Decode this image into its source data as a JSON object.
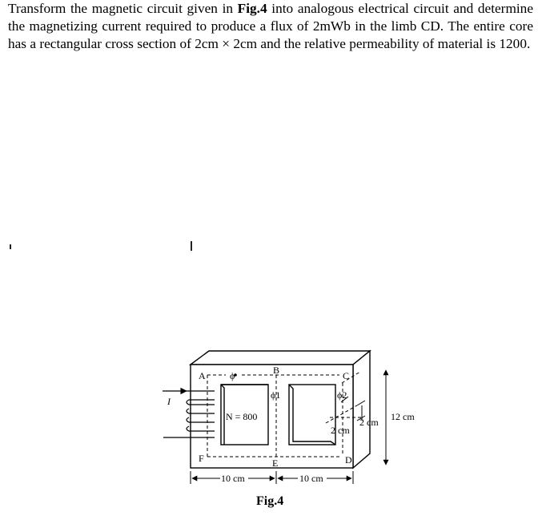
{
  "question": {
    "part1": "Transform the magnetic circuit given in ",
    "figure_ref": "Fig.4",
    "part2": " into analogous electrical circuit and determine the magnetizing current required to produce a flux of 2mWb in the limb CD. The entire core has a rectangular cross section of 2cm × 2cm and the relative permeability of material is 1200."
  },
  "figure": {
    "caption": "Fig.4",
    "points": {
      "a": "A",
      "b": "B",
      "c": "C",
      "d": "D",
      "e": "E",
      "f": "F"
    },
    "flux": {
      "total": "ϕ",
      "phi1": "ϕ1",
      "phi2": "ϕ2"
    },
    "current": "I",
    "turns": "N = 800",
    "dims": {
      "left_width": "10 cm",
      "right_width": "10 cm",
      "height": "12 cm",
      "limb_width": "2 cm",
      "depth": "2 cm"
    }
  }
}
